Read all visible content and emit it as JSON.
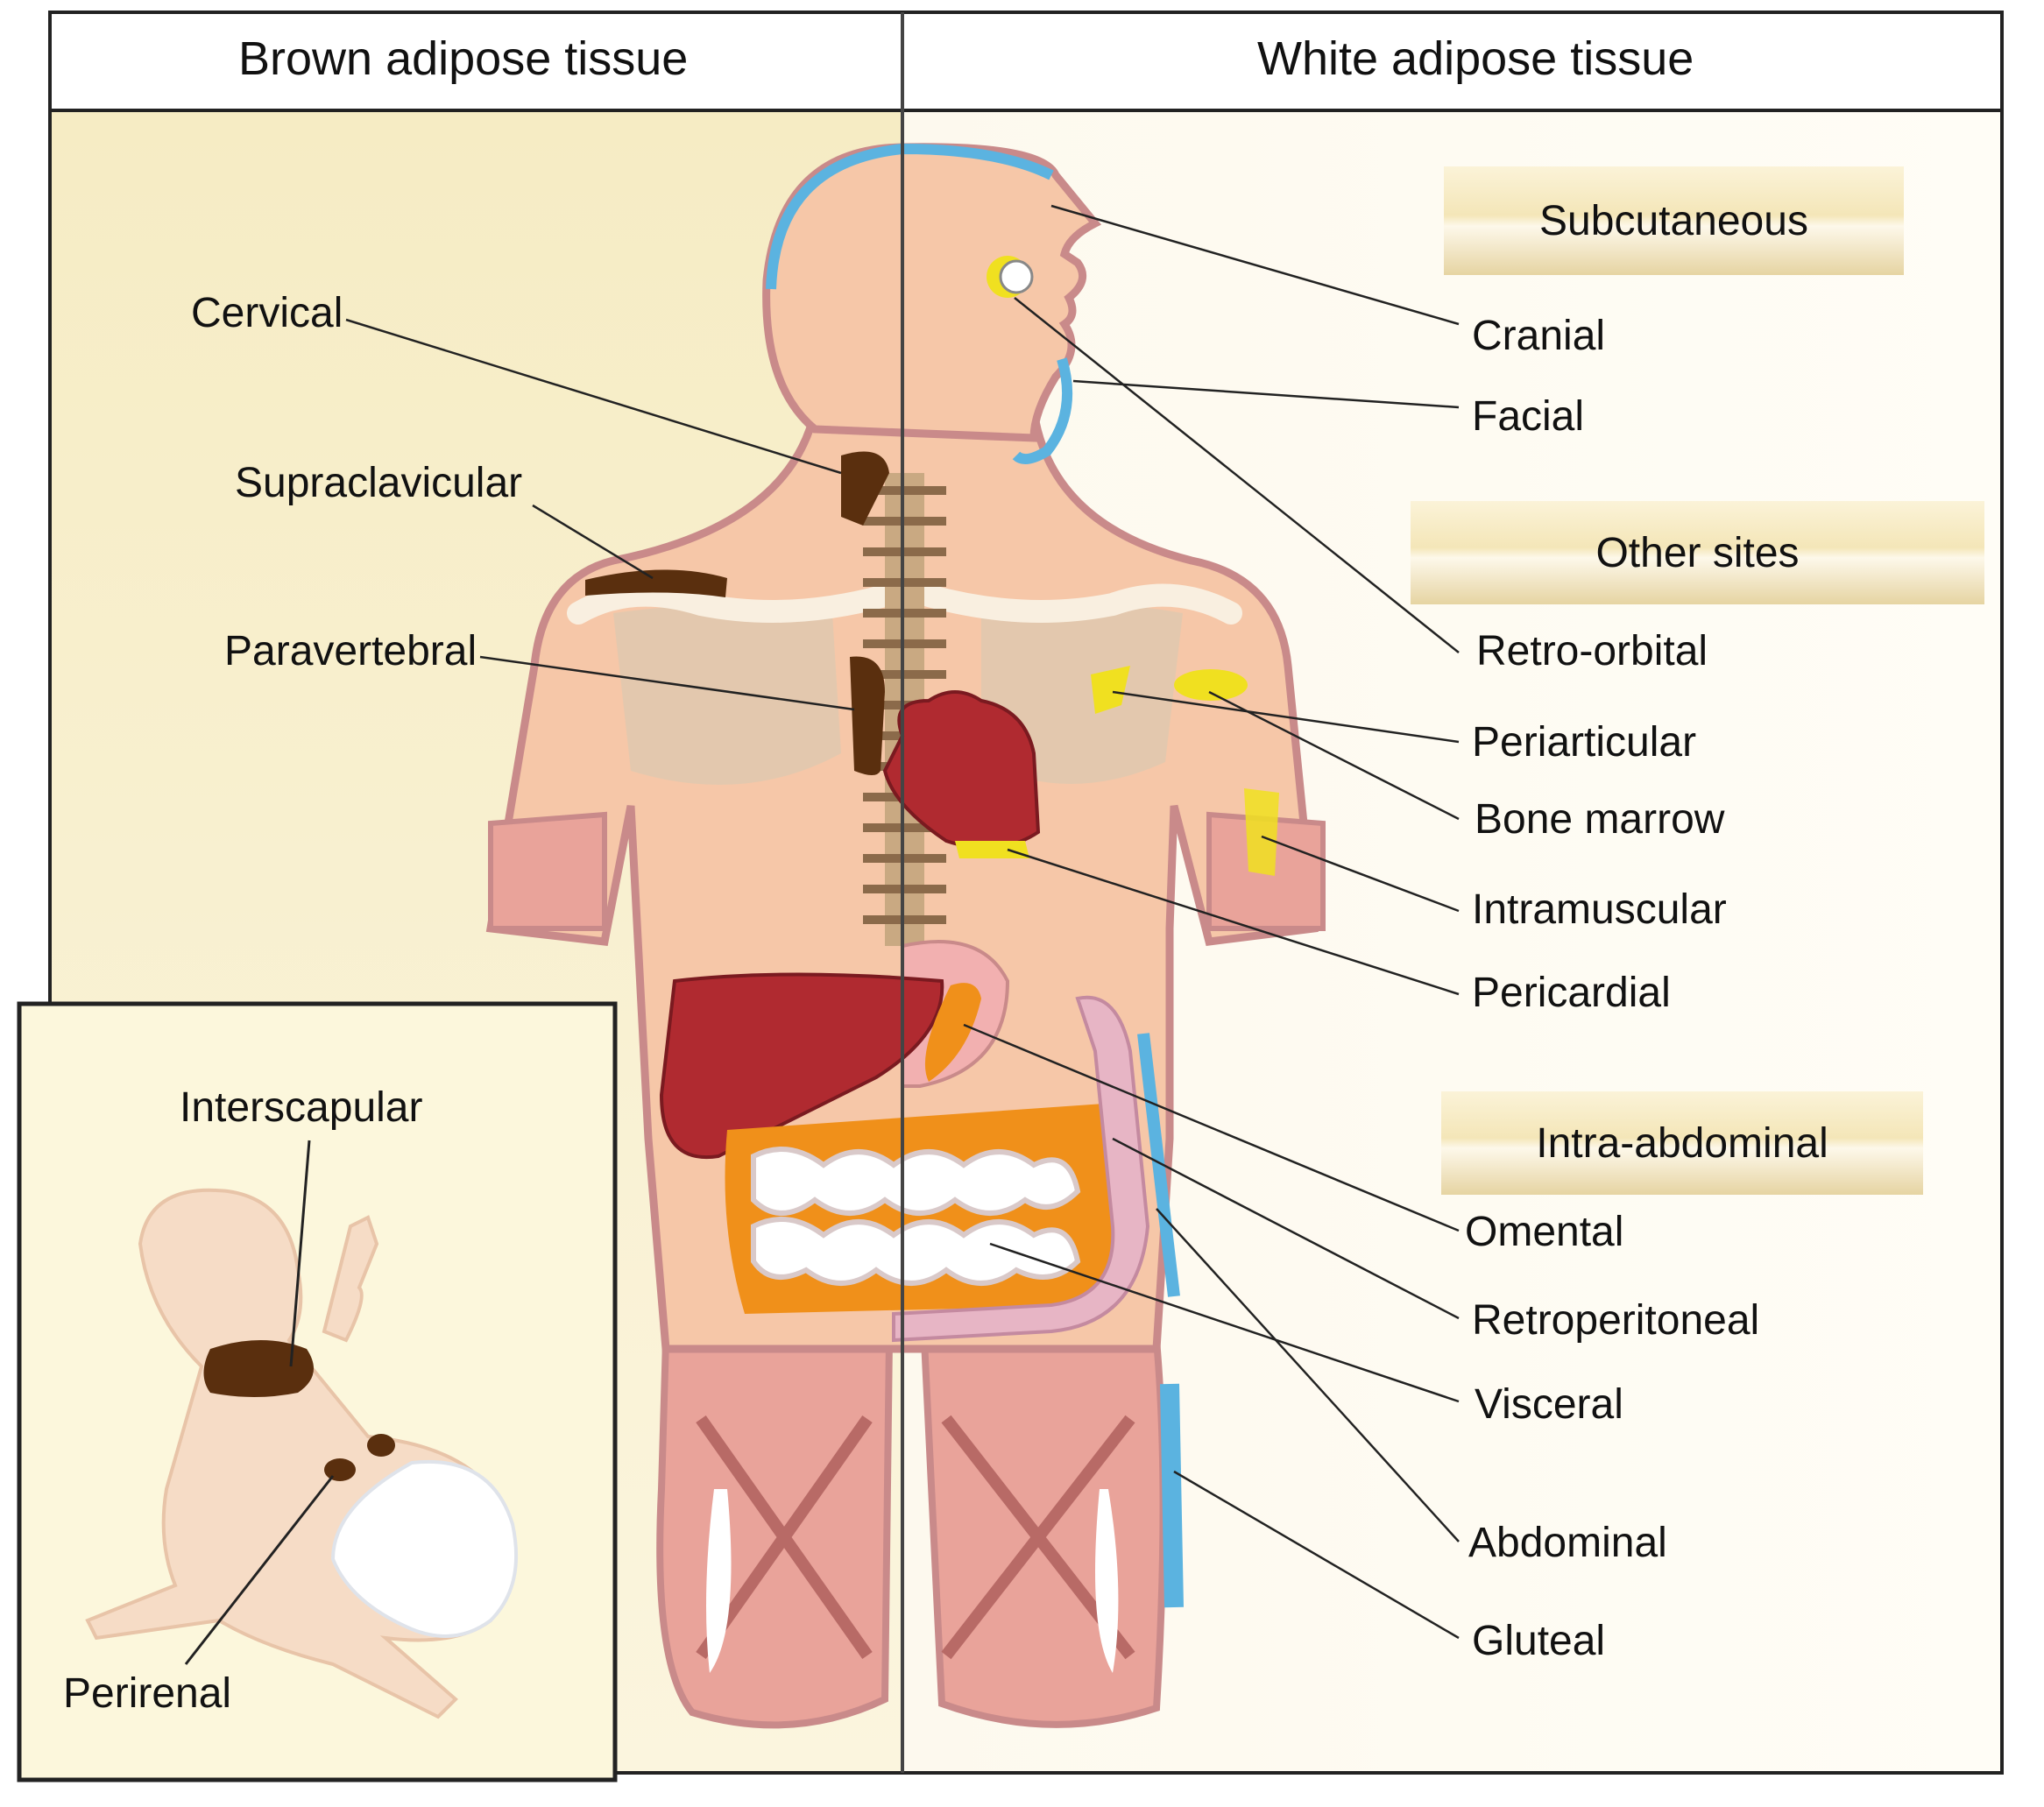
{
  "headers": {
    "brown": "Brown adipose tissue",
    "white": "White adipose tissue"
  },
  "categories": {
    "subcutaneous": "Subcutaneous",
    "other_sites": "Other sites",
    "intra_abdominal": "Intra-abdominal"
  },
  "brown_labels": {
    "cervical": "Cervical",
    "supraclavicular": "Supraclavicular",
    "paravertebral": "Paravertebral"
  },
  "infant_labels": {
    "interscapular": "Interscapular",
    "perirenal": "Perirenal"
  },
  "white_labels": {
    "cranial": "Cranial",
    "facial": "Facial",
    "retro_orbital": "Retro-orbital",
    "periarticular": "Periarticular",
    "bone_marrow": "Bone marrow",
    "intramuscular": "Intramuscular",
    "pericardial": "Pericardial",
    "omental": "Omental",
    "retroperitoneal": "Retroperitoneal",
    "visceral": "Visceral",
    "abdominal": "Abdominal",
    "gluteal": "Gluteal"
  },
  "colors": {
    "brown_fat": "#5a2f0e",
    "subcutaneous_fat": "#5bb3e0",
    "other_sites_fat": "#f0e020",
    "intra_abdominal_fat": "#f0901a",
    "skin": "#f6c7a8",
    "outline": "#c98a8a"
  }
}
